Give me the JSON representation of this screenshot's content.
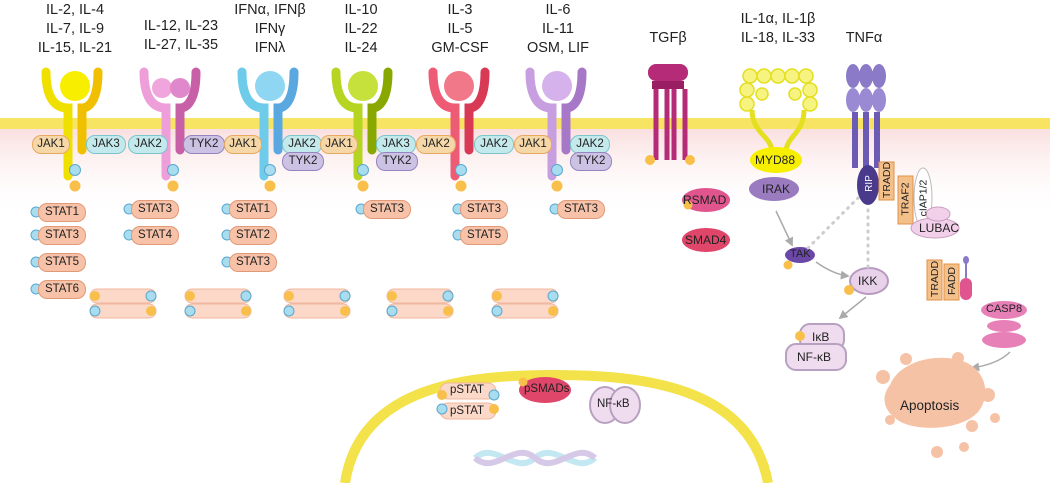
{
  "headers": [
    {
      "lines": [
        "IL-2, IL-4",
        "IL-7, IL-9",
        "IL-15, IL-21"
      ]
    },
    {
      "lines": [
        "IL-12, IL-23",
        "IL-27, IL-35"
      ]
    },
    {
      "lines": [
        "IFNα, IFNβ",
        "IFNγ",
        "IFNλ"
      ]
    },
    {
      "lines": [
        "IL-10",
        "IL-22",
        "IL-24"
      ]
    },
    {
      "lines": [
        "IL-3",
        "IL-5",
        "GM-CSF"
      ]
    },
    {
      "lines": [
        "IL-6",
        "IL-11",
        "OSM, LIF"
      ]
    },
    {
      "lines": [
        "TGFβ"
      ]
    },
    {
      "lines": [
        "IL-1α, IL-1β",
        "IL-18, IL-33"
      ]
    },
    {
      "lines": [
        "TNFα"
      ]
    }
  ],
  "jaks": [
    "JAK1",
    "JAK3",
    "JAK2",
    "TYK2",
    "JAK1",
    "JAK2",
    "TYK2",
    "JAK1",
    "JAK3",
    "TYK2",
    "JAK2",
    "JAK2",
    "JAK1",
    "JAK2",
    "TYK2"
  ],
  "stats": {
    "col1": [
      "STAT1",
      "STAT3",
      "STAT5",
      "STAT6"
    ],
    "col2": [
      "STAT3",
      "STAT4"
    ],
    "col3": [
      "STAT1",
      "STAT2",
      "STAT3"
    ],
    "col4": [
      "STAT3"
    ],
    "col5": [
      "STAT3",
      "STAT5"
    ],
    "col6": [
      "STAT3"
    ]
  },
  "smad": {
    "rsmad": "RSMAD",
    "smad4": "SMAD4"
  },
  "il1": {
    "myd88": "MYD88",
    "irak": "IRAK",
    "tak": "TAK",
    "ikk": "IKK",
    "ikb": "IκB",
    "nfkb": "NF-κB"
  },
  "tnf": {
    "rip": "RIP",
    "tradd": "TRADD",
    "traf2": "TRAF2",
    "ciap": "cIAP1/2",
    "lubac": "LUBAC",
    "tradd2": "TRADD",
    "fadd": "FADD",
    "casp8": "CASP8",
    "apoptosis": "Apoptosis"
  },
  "nucleus": {
    "pstat1": "pSTAT",
    "pstat2": "pSTAT",
    "psmads": "pSMADs",
    "nfkb": "NF-κB"
  },
  "colors": {
    "membrane": "#f7e463",
    "yellow": "#f0e000",
    "pink": "#e08ad0",
    "blue": "#6ecbea",
    "lime": "#b6d422",
    "red": "#ee5b74",
    "lavender": "#c79ee0",
    "tgf": "#b52b78",
    "il1": "#f4f36a",
    "tnf": "#8a7ac8"
  }
}
